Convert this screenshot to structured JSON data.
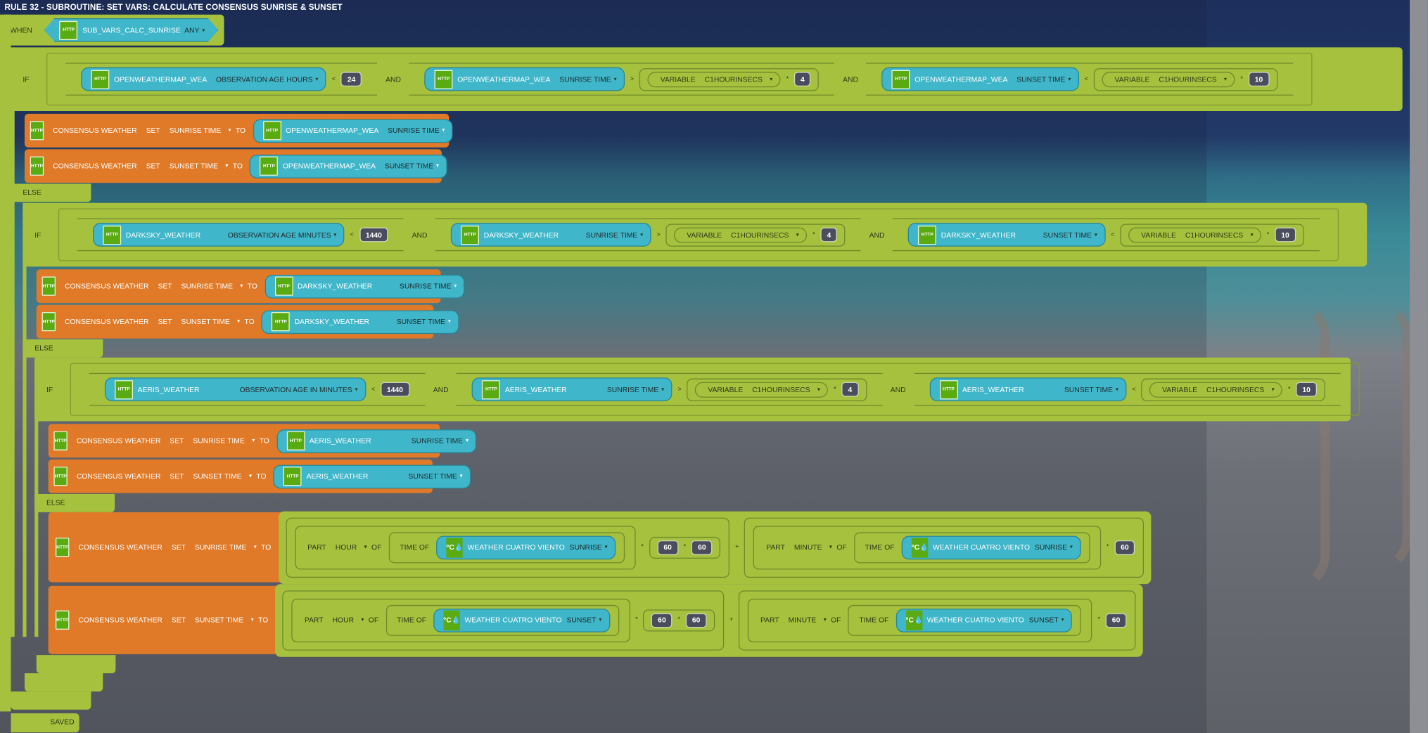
{
  "title": "RULE 32 - SUBROUTINE: SET VARS: CALCULATE CONSENSUS SUNRISE & SUNSET",
  "labels": {
    "when": "WHEN",
    "if": "IF",
    "else": "ELSE",
    "and": "AND",
    "set": "SET",
    "to": "TO",
    "variable": "VARIABLE",
    "part": "PART",
    "of": "OF",
    "time_of": "TIME OF",
    "saved": "SAVED",
    "http": "HTTP",
    "weather_icon": "°C💧",
    "lt": "<",
    "gt": ">",
    "times": "*",
    "plus": "+",
    "dropdown": "▾"
  },
  "when": {
    "source": "SUB_VARS_CALC_SUNRISE",
    "field": "ANY"
  },
  "target": "CONSENSUS WEATHER",
  "branches": [
    {
      "source": "OPENWEATHERMAP_WEA",
      "age_field": "OBSERVATION AGE HOURS",
      "age_limit": "24",
      "sunrise_field": "SUNRISE TIME",
      "sunset_field": "SUNSET TIME",
      "var": "C1HOURINSECS",
      "sunrise_mult": "4",
      "sunset_mult": "10",
      "sets": [
        {
          "target_field": "SUNRISE TIME",
          "value_field": "SUNRISE TIME"
        },
        {
          "target_field": "SUNSET TIME",
          "value_field": "SUNSET TIME"
        }
      ]
    },
    {
      "source": "DARKSKY_WEATHER",
      "age_field": "OBSERVATION AGE MINUTES",
      "age_limit": "1440",
      "sunrise_field": "SUNRISE TIME",
      "sunset_field": "SUNSET TIME",
      "var": "C1HOURINSECS",
      "sunrise_mult": "4",
      "sunset_mult": "10",
      "sets": [
        {
          "target_field": "SUNRISE TIME",
          "value_field": "SUNRISE TIME"
        },
        {
          "target_field": "SUNSET TIME",
          "value_field": "SUNSET TIME"
        }
      ]
    },
    {
      "source": "AERIS_WEATHER",
      "age_field": "OBSERVATION AGE IN MINUTES",
      "age_limit": "1440",
      "sunrise_field": "SUNRISE TIME",
      "sunset_field": "SUNSET TIME",
      "var": "C1HOURINSECS",
      "sunrise_mult": "4",
      "sunset_mult": "10",
      "sets": [
        {
          "target_field": "SUNRISE TIME",
          "value_field": "SUNRISE TIME"
        },
        {
          "target_field": "SUNSET TIME",
          "value_field": "SUNSET TIME"
        }
      ]
    }
  ],
  "fallback": {
    "source": "WEATHER CUATRO VIENTO",
    "sets": [
      {
        "target_field": "SUNRISE TIME",
        "event": "SUNRISE",
        "hour_part": "HOUR",
        "minute_part": "MINUTE",
        "m1": "60",
        "m2": "60",
        "m3": "60"
      },
      {
        "target_field": "SUNSET TIME",
        "event": "SUNSET",
        "hour_part": "HOUR",
        "minute_part": "MINUTE",
        "m1": "60",
        "m2": "60",
        "m3": "60"
      }
    ]
  }
}
